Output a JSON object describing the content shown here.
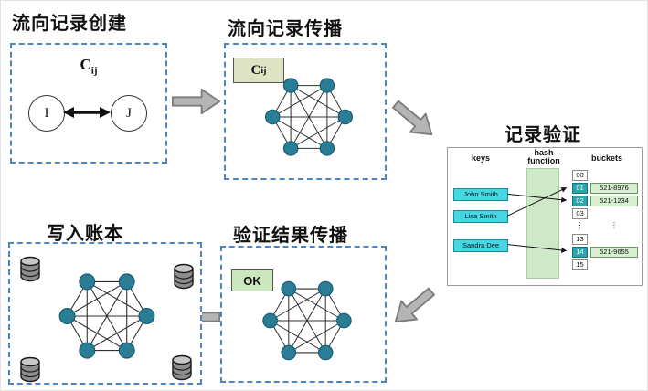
{
  "stages": {
    "create": {
      "title": "流向记录创建",
      "record_main": "C",
      "record_sub": "ij",
      "node_i": "I",
      "node_j": "J"
    },
    "propagate": {
      "title": "流向记录传播",
      "badge_main": "C",
      "badge_sub": "ij"
    },
    "verify": {
      "title": "记录验证",
      "header_keys": "keys",
      "header_hash_1": "hash",
      "header_hash_2": "function",
      "header_buckets": "buckets",
      "keys": [
        "John Smith",
        "Lisa Smith",
        "Sandra Dee"
      ],
      "buckets": [
        {
          "index": "00",
          "value": ""
        },
        {
          "index": "01",
          "value": "521-8976"
        },
        {
          "index": "02",
          "value": "521-1234"
        },
        {
          "index": "03",
          "value": ""
        },
        {
          "index": "⋮",
          "value": "⋮"
        },
        {
          "index": "13",
          "value": ""
        },
        {
          "index": "14",
          "value": "521-9655"
        },
        {
          "index": "15",
          "value": ""
        }
      ]
    },
    "result": {
      "title": "验证结果传播",
      "badge": "OK"
    },
    "ledger": {
      "title": "写入账本"
    }
  },
  "colors": {
    "dashed_border": "#4a86c8",
    "node_teal": "#2b7d95",
    "arrow_gray": "#b5b5b5",
    "key_cyan": "#45d8e4",
    "bucket_teal": "#2fa4ad",
    "value_green": "#d9efd2",
    "hash_bar_green": "#cfe8c8",
    "badge_tan": "#dde3c4",
    "badge_green": "#cbe7bd"
  }
}
